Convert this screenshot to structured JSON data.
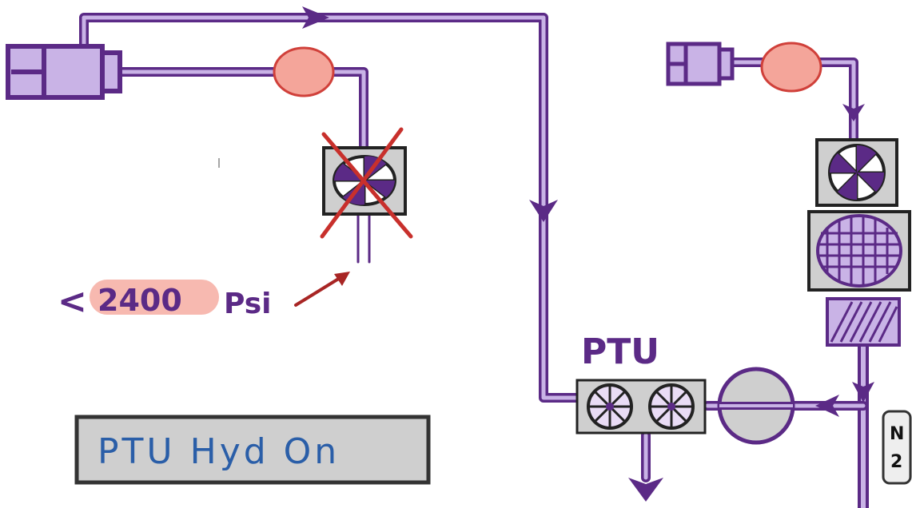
{
  "labels": {
    "pressure_prefix": "<",
    "pressure_value": "2400",
    "pressure_unit": "Psi",
    "ptu_title": "PTU",
    "status_box": "PTU Hyd On",
    "n2_top": "N",
    "n2_bottom": "2"
  },
  "colors": {
    "pipe_outline": "#5b2a86",
    "pipe_fill": "#c9b3e6",
    "reservoir_fill": "#c9b3e6",
    "valve_fill": "#f4a59a",
    "valve_stroke": "#d0403a",
    "component_fill": "#cfcfcf",
    "x_mark": "#c8302c",
    "arrow_red": "#a82524",
    "status_text": "#2a5ea8",
    "label_purple": "#5b2a86",
    "pressure_highlight": "#f7b9b0"
  },
  "icons": {
    "reservoir": "reservoir-icon",
    "valve": "valve-icon",
    "pump": "pump-icon",
    "filter": "filter-icon"
  }
}
